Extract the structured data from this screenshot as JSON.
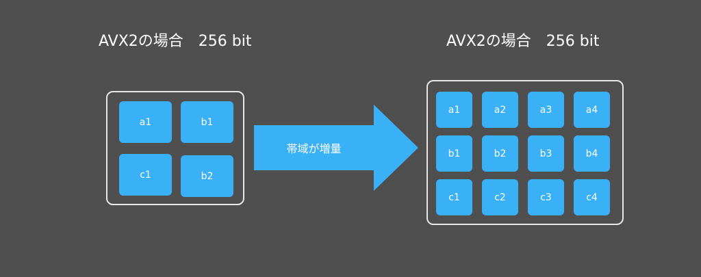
{
  "left": {
    "title": "AVX2の場合　256 bit",
    "cells": [
      "a1",
      "b1",
      "c1",
      "b2"
    ]
  },
  "right": {
    "title": "AVX2の場合　256 bit",
    "cells": [
      "a1",
      "a2",
      "a3",
      "a4",
      "b1",
      "b2",
      "b3",
      "b4",
      "c1",
      "c2",
      "c3",
      "c4"
    ]
  },
  "arrow": {
    "label": "帯域が増量"
  },
  "colors": {
    "background": "#4f4f4f",
    "accent": "#3ab0f7",
    "frame": "#e8e8e8"
  }
}
